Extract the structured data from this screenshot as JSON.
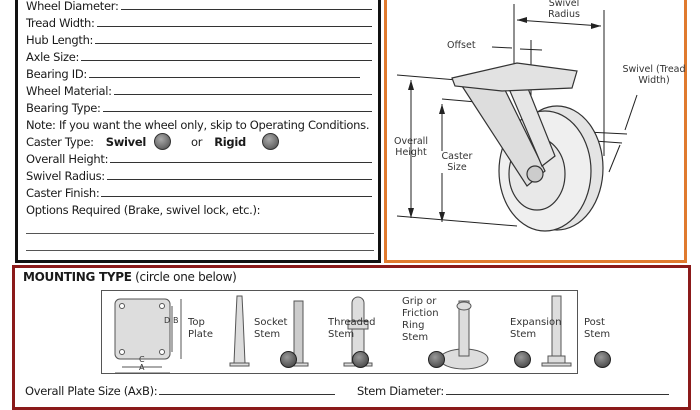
{
  "spec_fields": [
    "Wheel Diameter:",
    "Tread Width:",
    "Hub Length:",
    "Axle Size:",
    "Bearing ID:",
    "Wheel Material:",
    "Bearing Type:"
  ],
  "note": "Note: If you want the wheel only, skip to Operating Conditions.",
  "caster_type": {
    "label": "Caster Type:",
    "option1": "Swivel",
    "or": "or",
    "option2": "Rigid"
  },
  "caster_fields": [
    "Overall Height:",
    "Swivel Radius:",
    "Caster Finish:"
  ],
  "options_label": "Options Required (Brake, swivel lock, etc.):",
  "diagram": {
    "swivel_radius": "Swivel Radius",
    "offset": "Offset",
    "swivel_tread": "Swivel (Tread Width)",
    "overall_height": "Overall Height",
    "caster_size": "Caster Size"
  },
  "mounting": {
    "title": "MOUNTING TYPE",
    "subtitle": "(circle one below)",
    "types": [
      "Top Plate",
      "Socket Stem",
      "Threaded Stem",
      "Grip or Friction Ring Stem",
      "Expansion Stem",
      "Post Stem"
    ],
    "dims": [
      "A",
      "B",
      "C",
      "D"
    ]
  },
  "bottom_fields": [
    "Overall Plate Size (AxB):",
    "Stem Diameter:"
  ],
  "colors": {
    "orange": "#e07a2e",
    "maroon": "#8b1a1a"
  }
}
